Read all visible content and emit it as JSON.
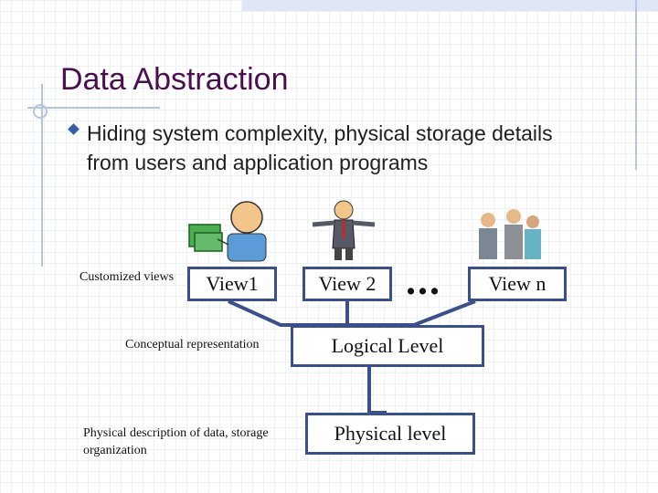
{
  "slide": {
    "title": "Data Abstraction",
    "bullet": "Hiding system complexity, physical storage details from users and application programs"
  },
  "diagram": {
    "views_label": "Customized views",
    "view1": "View1",
    "view2": "View 2",
    "ellipsis": "...",
    "viewn": "View n",
    "conceptual_label": "Conceptual representation",
    "logical_level": "Logical Level",
    "physical_label": "Physical description of data, storage organization",
    "physical_level": "Physical level"
  },
  "colors": {
    "title": "#4b0f4f",
    "accent": "#3b4f8a",
    "bullet": "#3a5ea8"
  },
  "icons": [
    "person-with-money-icon",
    "businessman-icon",
    "business-group-icon"
  ]
}
